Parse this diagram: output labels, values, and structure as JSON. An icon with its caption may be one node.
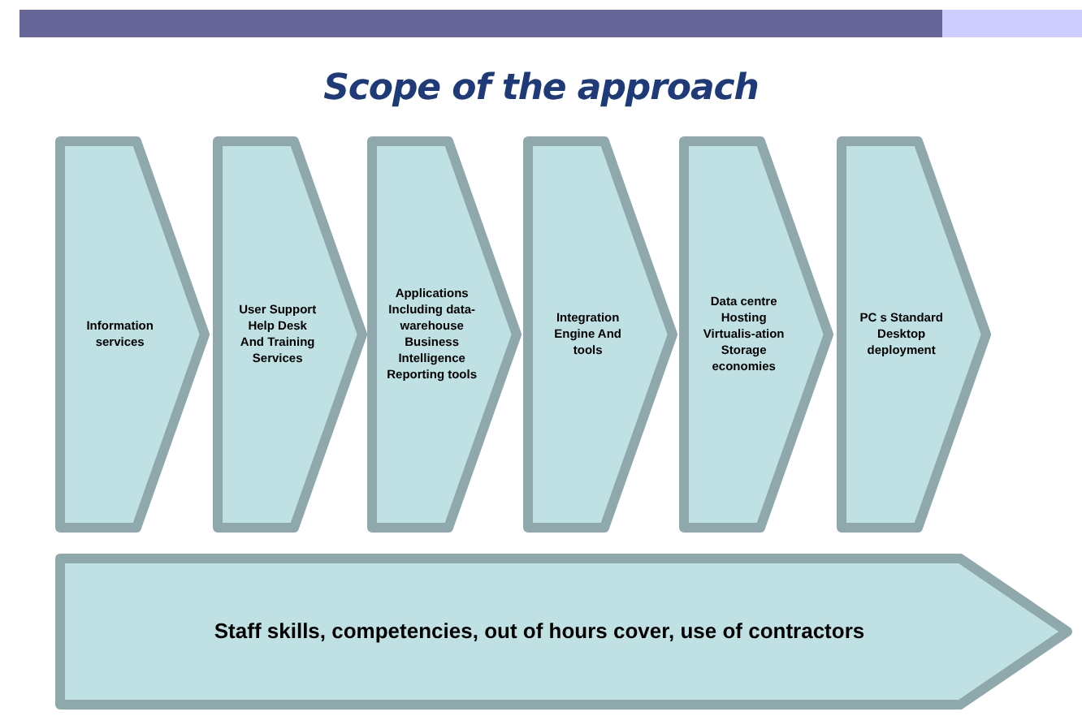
{
  "diagram": {
    "title": "Scope of the approach",
    "nodes": [
      {
        "text": [
          "Information services"
        ]
      },
      {
        "text": [
          "User Support Help Desk And Training Services"
        ]
      },
      {
        "text": [
          "Applications Including data-warehouse Business Intelligence Reporting tools"
        ]
      },
      {
        "text": [
          "Integration Engine And tools"
        ]
      },
      {
        "text": [
          "Data centre Hosting Virtualis-ation Storage economies"
        ]
      },
      {
        "text": [
          "PC s Standard Desktop deployment"
        ]
      },
      {
        "text": [
          "Staff skills, competencies, out of hours cover, use of contractors"
        ]
      }
    ]
  }
}
